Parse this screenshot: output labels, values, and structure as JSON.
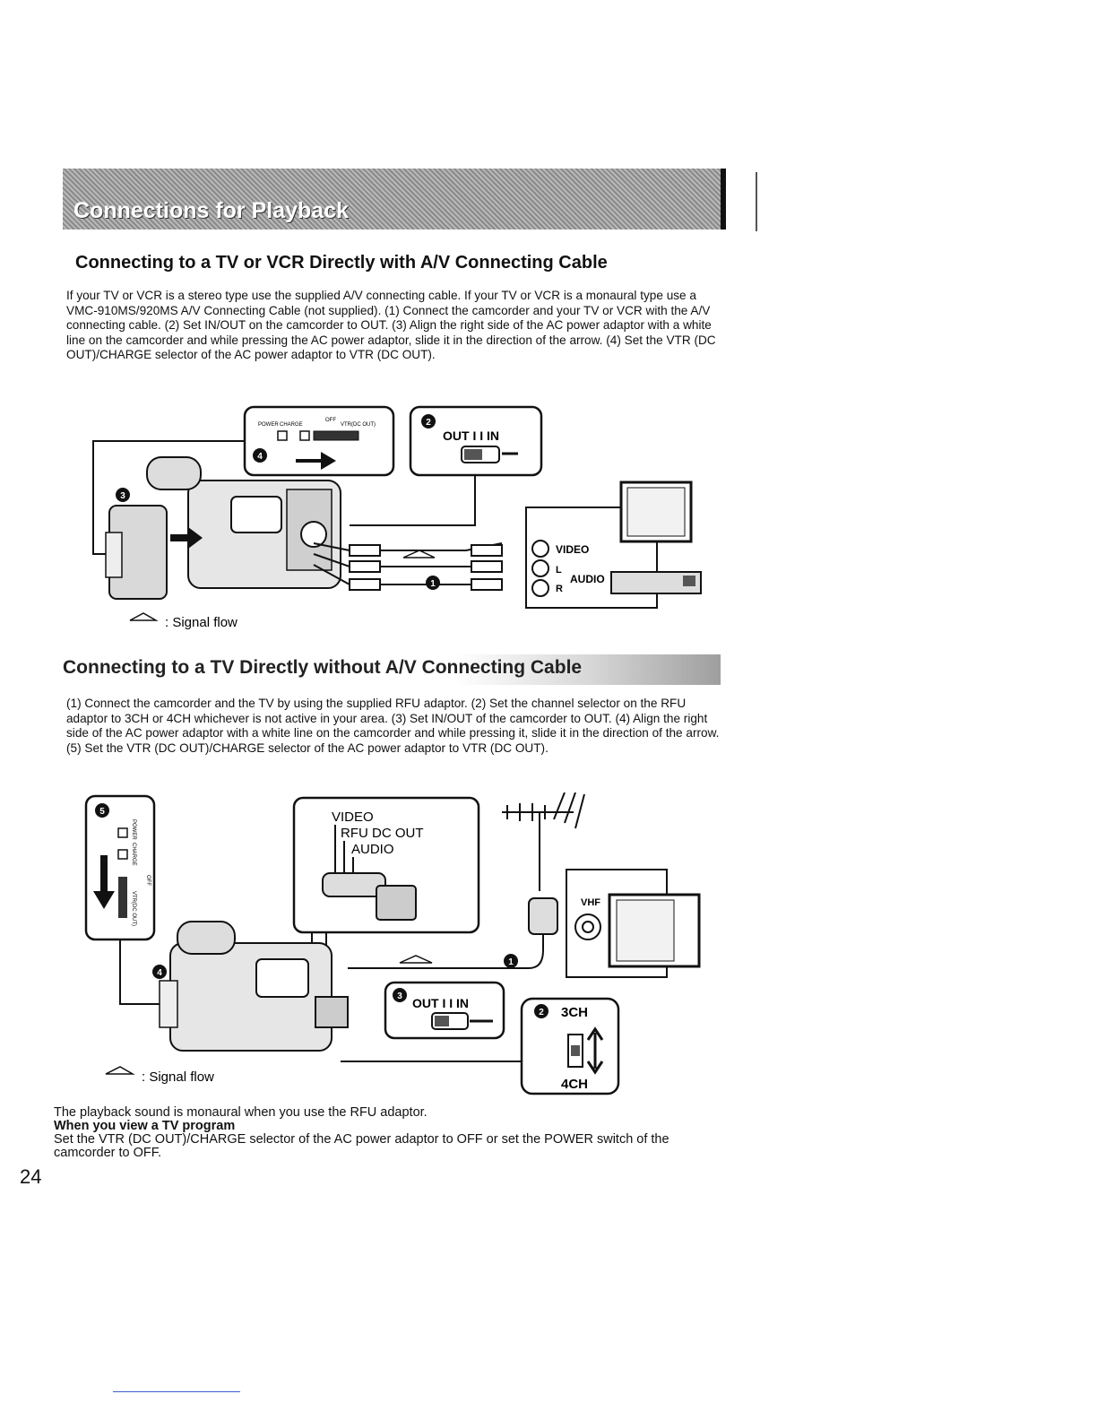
{
  "header": {
    "title": "Connections for Playback"
  },
  "section1": {
    "title": "Connecting to a TV or VCR Directly with A/V Connecting Cable",
    "body": "If your TV or VCR is a stereo type use the supplied A/V connecting cable. If your TV or VCR is a monaural type use a VMC-910MS/920MS A/V Connecting Cable (not supplied). (1) Connect the camcorder and your TV or VCR with the A/V connecting cable. (2) Set IN/OUT on the camcorder to OUT. (3) Align the right side of the AC power adaptor with a white line on the camcorder and while pressing the AC power adaptor, slide it in the direction of the arrow. (4) Set the VTR (DC OUT)/CHARGE selector of the AC power adaptor to VTR (DC OUT).",
    "diagram": {
      "switch_labels": {
        "power": "POWER",
        "charge": "CHARGE",
        "off": "OFF",
        "vtr": "VTR(DC OUT)"
      },
      "out_in": "OUT I I IN",
      "jacks": {
        "video": "VIDEO",
        "l": "L",
        "r": "R",
        "audio": "AUDIO"
      },
      "markers": {
        "m1": "1",
        "m2": "2",
        "m3": "3",
        "m4": "4"
      },
      "signal_flow": ": Signal flow"
    }
  },
  "section2": {
    "title": "Connecting to a TV Directly without A/V Connecting Cable",
    "body": "(1) Connect the camcorder and the TV by using the supplied RFU adaptor. (2) Set the channel selector on the RFU adaptor to 3CH or 4CH whichever is not active in your area. (3) Set IN/OUT of the camcorder to OUT. (4) Align the right side of the AC power adaptor with a white line on the camcorder and while pressing it, slide it in the direction of the arrow. (5) Set the VTR (DC OUT)/CHARGE selector of the AC power adaptor to VTR (DC OUT).",
    "diagram": {
      "video": "VIDEO",
      "rfu_dc_out": "RFU DC OUT",
      "audio": "AUDIO",
      "vhf": "VHF",
      "out_in": "OUT I I IN",
      "ch3": "3CH",
      "ch4": "4CH",
      "switch_labels": {
        "power": "POWER",
        "charge": "CHARGE",
        "off": "OFF",
        "vtr": "VTR(DC OUT)"
      },
      "markers": {
        "m1": "1",
        "m2": "2",
        "m3": "3",
        "m4": "4",
        "m5": "5"
      },
      "signal_flow": ": Signal flow"
    }
  },
  "notes": {
    "line1": "The playback sound is monaural when you use the RFU adaptor.",
    "heading": "When you view a TV program",
    "line2": "Set the VTR (DC OUT)/CHARGE selector of the AC power adaptor to OFF or set the POWER switch of the camcorder to OFF."
  },
  "page_number": "24"
}
